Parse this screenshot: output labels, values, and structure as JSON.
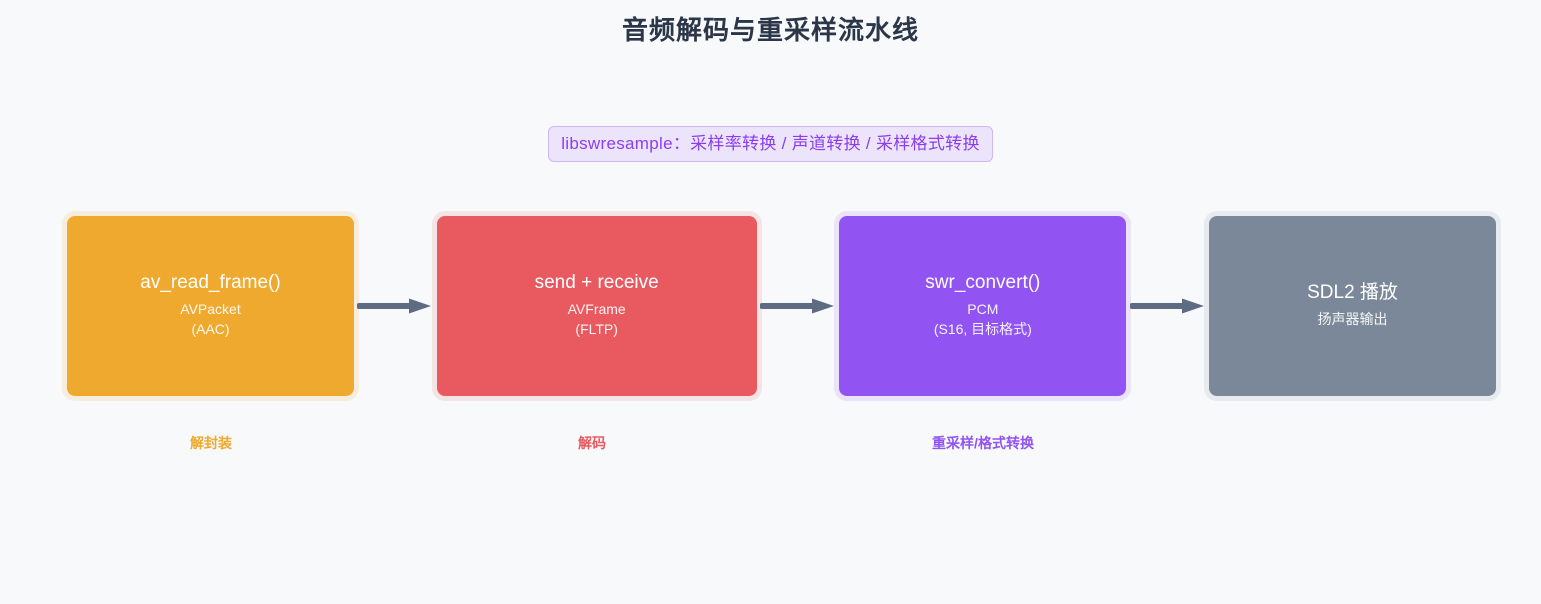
{
  "page": {
    "title": "音频解码与重采样流水线",
    "background_color": "#f7f9fb",
    "title_color": "#2b3648"
  },
  "library_badge": {
    "text": "libswresample：采样率转换 / 声道转换 / 采样格式转换",
    "text_color": "#8b3ef0",
    "background_color": "#ece4fb",
    "border_color": "#cdb8f5"
  },
  "pipeline": {
    "nodes": [
      {
        "title": "av_read_frame()",
        "sub_line1": "AVPacket",
        "sub_line2": "(AAC)",
        "color": "#f0a92f",
        "stage_label": "解封装",
        "stage_label_color": "#f0a92f"
      },
      {
        "title": "send + receive",
        "sub_line1": "AVFrame",
        "sub_line2": "(FLTP)",
        "color": "#e85a5f",
        "stage_label": "解码",
        "stage_label_color": "#e85a5f"
      },
      {
        "title": "swr_convert()",
        "sub_line1": "PCM",
        "sub_line2": "(S16, 目标格式)",
        "color": "#9154f2",
        "stage_label": "重采样/格式转换",
        "stage_label_color": "#9154f2"
      },
      {
        "title": "SDL2 播放",
        "sub_line1": "扬声器输出",
        "sub_line2": "",
        "color": "#7b8899",
        "stage_label": "",
        "stage_label_color": "#7b8899"
      }
    ],
    "arrows": [
      {
        "name": "arrow-demux-to-decode",
        "color": "#5d6c82"
      },
      {
        "name": "arrow-decode-to-resample",
        "color": "#5d6c82"
      },
      {
        "name": "arrow-resample-to-playback",
        "color": "#5d6c82"
      }
    ]
  }
}
